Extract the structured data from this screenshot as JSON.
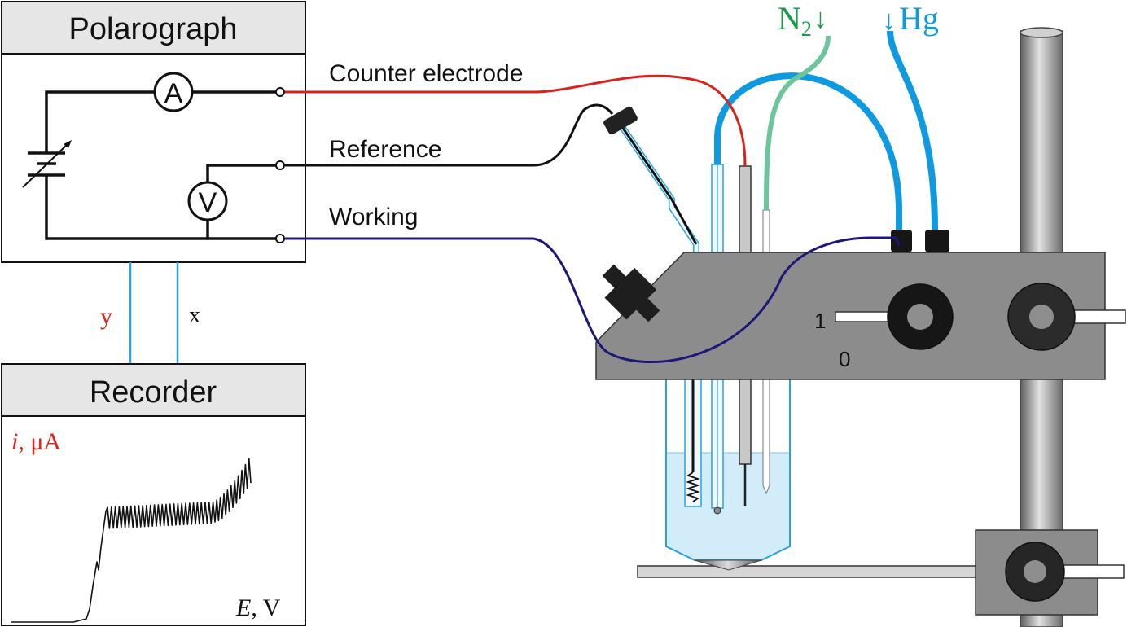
{
  "polarograph": {
    "title": "Polarograph",
    "ammeter_symbol": "A",
    "voltmeter_symbol": "V"
  },
  "recorder": {
    "title": "Recorder",
    "y_axis_label": "i",
    "y_axis_unit": ", μA",
    "x_axis_label": "E",
    "x_axis_unit": ", V"
  },
  "signals": {
    "y": "y",
    "x": "x"
  },
  "electrodes": {
    "counter": "Counter electrode",
    "reference": "Reference",
    "working": "Working"
  },
  "gas_inlet": {
    "symbol": "N",
    "subscript": "2",
    "arrow": "↓"
  },
  "mercury_inlet": {
    "arrow": "↓",
    "symbol": "Hg"
  },
  "switch": {
    "on_label": "1",
    "off_label": "0"
  },
  "colors": {
    "counter_wire": "#d9221c",
    "reference_wire": "#111111",
    "working_wire": "#1c1878",
    "mercury_tube": "#0f9ae0",
    "nitrogen_tube": "#6cc59b",
    "nitrogen_text": "#1a9a4a",
    "signal_line": "#29a3da",
    "y_text": "#d9221c",
    "block": "#8c8c8c",
    "rod": "#8a8a8a"
  }
}
